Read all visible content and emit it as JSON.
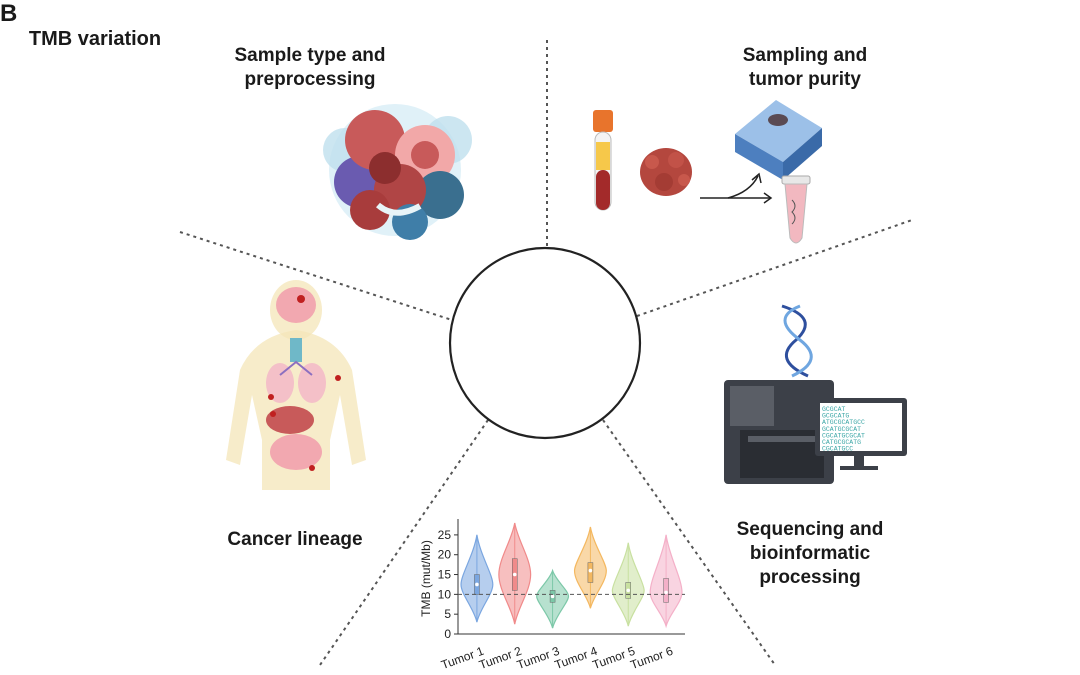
{
  "panel_letter": "B",
  "center": {
    "title": "TMB variation"
  },
  "factors": {
    "sample_type": [
      "Sample type and",
      "preprocessing"
    ],
    "sampling": [
      "Sampling and",
      "tumor purity"
    ],
    "lineage": [
      "Cancer lineage"
    ],
    "sequencing": [
      "Sequencing and",
      "bioinformatic",
      "processing"
    ]
  },
  "colors": {
    "tumor1": "#7aa6e0",
    "tumor2": "#f08a8a",
    "tumor3": "#7cc8a8",
    "tumor4": "#f4b860",
    "tumor5": "#c8e0a0",
    "tumor6": "#f4b0c8",
    "threshold_line": "#555555"
  },
  "screen_text": [
    "GCGCAT",
    "GCGCATG",
    "ATGCGCATGCC",
    "GCATGCGCAT",
    "CGCATGCGCAT",
    "CATGCGCATG",
    "CGCATGCC"
  ],
  "chart_data": {
    "type": "violin",
    "ylabel": "TMB (mut/Mb)",
    "ylim": [
      0,
      28
    ],
    "yticks": [
      0,
      5,
      10,
      15,
      20,
      25
    ],
    "threshold": 10,
    "categories": [
      "Tumor 1",
      "Tumor 2",
      "Tumor 3",
      "Tumor 4",
      "Tumor 5",
      "Tumor 6"
    ],
    "series": [
      {
        "category": "Tumor 1",
        "min": 3,
        "q1": 10,
        "median": 12.5,
        "q3": 15,
        "max": 25,
        "peak": 12.5
      },
      {
        "category": "Tumor 2",
        "min": 2.5,
        "q1": 11,
        "median": 15,
        "q3": 19,
        "max": 28,
        "peak": 15
      },
      {
        "category": "Tumor 3",
        "min": 1.5,
        "q1": 8,
        "median": 9.5,
        "q3": 11,
        "max": 16,
        "peak": 9.5
      },
      {
        "category": "Tumor 4",
        "min": 6.5,
        "q1": 13,
        "median": 16,
        "q3": 18,
        "max": 27,
        "peak": 16
      },
      {
        "category": "Tumor 5",
        "min": 2,
        "q1": 9,
        "median": 11,
        "q3": 13,
        "max": 23,
        "peak": 11
      },
      {
        "category": "Tumor 6",
        "min": 2,
        "q1": 8,
        "median": 10.5,
        "q3": 14,
        "max": 25,
        "peak": 10.5
      }
    ]
  }
}
